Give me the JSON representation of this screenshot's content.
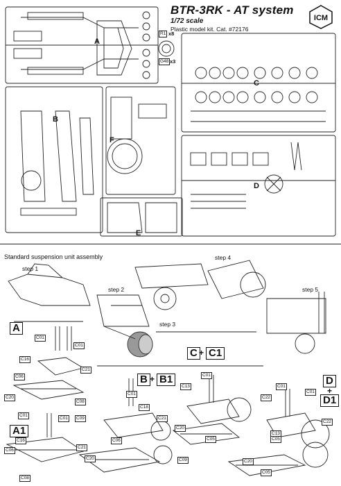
{
  "header": {
    "title": "BTR-3RK - AT system",
    "scale": "1/72 scale",
    "catalog": "Plastic model kit. Cat. #72176",
    "logo_text": "ICM"
  },
  "sprues": {
    "letters": [
      "A",
      "B",
      "C",
      "D",
      "E",
      "F"
    ],
    "parts_r1": "R1",
    "parts_r1_qty": "x8",
    "parts_g48": "G48",
    "parts_g48_qty": "x3"
  },
  "assembly": {
    "section_title": "Standard suspension unit assembly",
    "steps": [
      "step 1",
      "step 2",
      "step 3",
      "step 4",
      "step 5"
    ],
    "variant_boxes": {
      "a": "A",
      "b": "B",
      "b1": "B1",
      "c": "C",
      "c1": "C1",
      "d": "D",
      "d1": "D1",
      "a1": "A1",
      "plus": "+"
    },
    "part_labels": {
      "c01": "C01",
      "c16": "C16",
      "c21": "C21",
      "c06": "C06",
      "c20": "C20",
      "c08": "C08",
      "c18": "C18",
      "c09": "C09",
      "c13": "C13",
      "c22": "C22",
      "c05": "C05"
    }
  }
}
